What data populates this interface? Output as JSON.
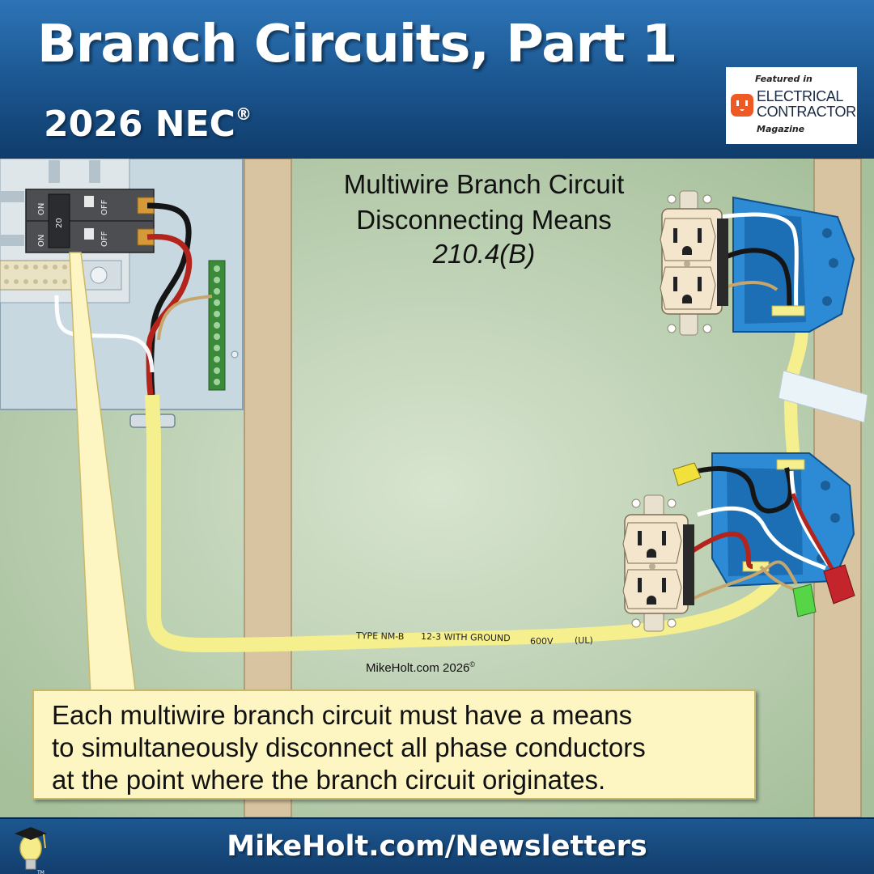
{
  "header": {
    "title": "Branch Circuits, Part 1",
    "subtitle": "2026 NEC",
    "subtitle_mark": "®"
  },
  "badge": {
    "featured": "Featured in",
    "line1": "ELECTRICAL",
    "line2": "CONTRACTOR",
    "magazine": "Magazine"
  },
  "diagram": {
    "heading_line1": "Multiwire Branch Circuit",
    "heading_line2": "Disconnecting Means",
    "code_ref": "210.4(B)",
    "breaker": {
      "on_top": "ON",
      "on_bottom": "ON",
      "rating": "20",
      "off_top": "OFF",
      "off_bottom": "OFF"
    },
    "cable_label": {
      "type": "TYPE NM-B",
      "spec": "12-3 WITH GROUND",
      "voltage": "600V",
      "listing": "(UL)"
    },
    "credit": "MikeHolt.com 2026",
    "credit_mark": "©"
  },
  "note": {
    "line1": "Each multiwire branch circuit must have a means",
    "line2": "to simultaneously disconnect all phase conductors",
    "line3": "at the point where the branch circuit originates."
  },
  "footer": {
    "url": "MikeHolt.com/Newsletters"
  },
  "colors": {
    "header_blue": "#1d5a95",
    "wall_green": "#bfd3b6",
    "stud_wood": "#d9c4a1",
    "cable_yellow": "#f6ef8e",
    "box_blue": "#2d8ad4",
    "note_fill": "#fdf6c2"
  }
}
